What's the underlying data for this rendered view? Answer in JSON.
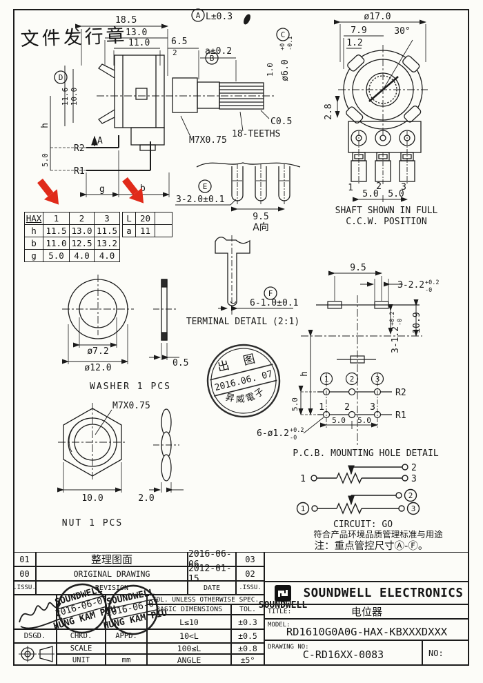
{
  "colors": {
    "ink": "#1b1b1b",
    "red": "#e02a1a",
    "paper": "#fcfcf8"
  },
  "header_stamp": "文件发行章",
  "side_view": {
    "balloon_a": "A",
    "l_tol": "L±0.3",
    "d185": "18.5",
    "d130": "13.0",
    "d110": "11.0",
    "d65": "6.5",
    "d2": "2",
    "a_tol": "a±0.2",
    "balloon_b": "B",
    "balloon_c": "C",
    "dia_base": "ø6.0",
    "dia_sup": "+0",
    "dia_sub": "-0.1",
    "d10": "1.0",
    "c05": "C0.5",
    "thread": "M7X0.75",
    "teeth": "18-TEETHS",
    "balloon_d": "D",
    "d116": "11.6",
    "d100": "10.0",
    "h": "h",
    "d50": "5.0",
    "r2": "R2",
    "r1": "R1",
    "a_arrow": "A",
    "g": "g",
    "b": "b"
  },
  "bottom_view": {
    "balloon_e": "E",
    "dim": "3-2.0±0.1",
    "d95": "9.5",
    "label": "A向"
  },
  "front_view": {
    "d170": "ø17.0",
    "d79": "7.9",
    "ang": "30°",
    "d12": "1.2",
    "d28": "2.8",
    "p1": "1",
    "p2": "2",
    "p3": "3",
    "d50a": "5.0",
    "d50b": "5.0",
    "cap1": "SHAFT SHOWN IN FULL",
    "cap2": "C.C.W. POSITION"
  },
  "hax_table": {
    "rows": [
      [
        "HAX",
        "1",
        "2",
        "3"
      ],
      [
        "h",
        "11.5",
        "13.0",
        "11.5"
      ],
      [
        "b",
        "11.0",
        "12.5",
        "13.2"
      ],
      [
        "g",
        "5.0",
        "4.0",
        "4.0"
      ]
    ]
  },
  "la_table": {
    "rows": [
      [
        "L",
        "20",
        ""
      ],
      [
        "a",
        "11",
        ""
      ]
    ]
  },
  "washer": {
    "d72": "ø7.2",
    "d120": "ø12.0",
    "t": "0.5",
    "caption": "WASHER  1 PCS"
  },
  "nut": {
    "thread": "M7X0.75",
    "w": "10.0",
    "t": "2.0",
    "caption": "NUT 1 PCS"
  },
  "terminal": {
    "balloon_f": "F",
    "dim": "6-1.0±0.1",
    "caption": "TERMINAL DETAIL (2:1)"
  },
  "round_stamp": {
    "top": "出 图",
    "date": "2016.06. 07",
    "bottom": "昇威電子"
  },
  "pcb": {
    "d95": "9.5",
    "slot_base": "3-2.2",
    "slot_sup": "+0.2",
    "slot_sub": "-0",
    "hole_base": "3-1.2",
    "hole_sup": "+0.2",
    "hole_sub": "-0",
    "d109": "10.9",
    "h": "h",
    "d50": "5.0",
    "c1": "1",
    "c2": "2",
    "c3": "3",
    "r2": "R2",
    "r1": "R1",
    "p1": "1",
    "p2": "2",
    "p3": "3",
    "d50a": "5.0",
    "d50b": "5.0",
    "pin_base": "6-ø1.2",
    "pin_sup": "+0.2",
    "pin_sub": "-0",
    "caption": "P.C.B. MOUNTING HOLE DETAIL"
  },
  "circuit": {
    "p1": "1",
    "p2": "2",
    "p3": "3",
    "q1": "1",
    "q2": "2",
    "q3": "3",
    "caption": "CIRCUIT: GO",
    "note1": "符合产品环境品质管理标准与用途",
    "note2": "注：重点管控尺寸Ⓐ-Ⓕ。"
  },
  "titleblock": {
    "rev": [
      {
        "issu": "01",
        "desc": "整理图面",
        "date": "2016-06-06",
        "issu2": "03"
      },
      {
        "issu": "00",
        "desc": "ORIGINAL DRAWING",
        "date": "2012-01-15",
        "issu2": "02"
      },
      {
        "issu": ".ISSU.",
        "desc": "REVISION",
        "date": "DATE",
        "issu2": ".ISSU."
      }
    ],
    "dsgd": "DSGD.",
    "chkd": "CHKD.",
    "appd": "APPD.",
    "scale": "SCALE",
    "unit": "UNIT",
    "mm": "mm",
    "tol_header": "TOL. UNLESS OTHERWISE SPEC.",
    "basic": "BASIC DIMENSIONS",
    "tol": "TOL.",
    "tol_rows": [
      [
        "L≤10",
        "±0.3"
      ],
      [
        "10<L",
        "±0.5"
      ],
      [
        "100≤L",
        "±0.8"
      ],
      [
        "ANGLE",
        "±5°"
      ]
    ],
    "company": "SOUNDWELL ELECTRONICS",
    "logo_text": "SOUNDWELL",
    "title_label": "TITLE:",
    "title_value": "电位器",
    "model_label": "MODEL:",
    "model_value": "RD1610G0A0G-HAX-KBXXXDXXX",
    "drawing_label": "DRAWING NO:",
    "drawing_value": "C-RD16XX-0083",
    "no_label": "NO:",
    "stamp_line1": "SOUNDWELL",
    "stamp_line2": "2016-06-07",
    "stamp_line3": "HUNG KAM PIU"
  }
}
